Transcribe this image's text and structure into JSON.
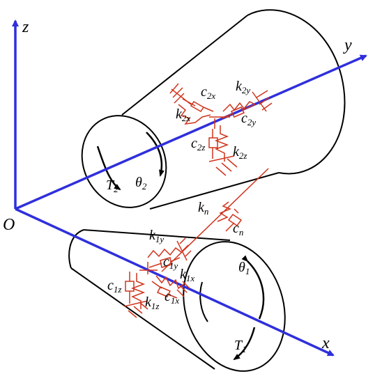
{
  "colors": {
    "axis": "#2f2fdc",
    "outline": "#000000",
    "spring": "#d0341c",
    "background": "#ffffff"
  },
  "axes": {
    "z": "z",
    "y": "y",
    "x": "x",
    "origin": "O"
  },
  "gear2": {
    "torque": {
      "main": "T",
      "sub": "2"
    },
    "rotation": {
      "main": "θ",
      "sub": "2"
    }
  },
  "gear1": {
    "torque": {
      "main": "T",
      "sub": "1"
    },
    "rotation": {
      "main": "θ",
      "sub": "1"
    }
  },
  "springs": {
    "k2x": {
      "main": "k",
      "sub": "2x"
    },
    "c2x": {
      "main": "c",
      "sub": "2x"
    },
    "k2y": {
      "main": "k",
      "sub": "2y"
    },
    "c2y": {
      "main": "c",
      "sub": "2y"
    },
    "c2z": {
      "main": "c",
      "sub": "2z"
    },
    "k2z": {
      "main": "k",
      "sub": "2z"
    },
    "kn": {
      "main": "k",
      "sub": "n"
    },
    "cn": {
      "main": "c",
      "sub": "n"
    },
    "k1y": {
      "main": "k",
      "sub": "1y"
    },
    "c1y": {
      "main": "c",
      "sub": "1y"
    },
    "k1x": {
      "main": "k",
      "sub": "1x"
    },
    "c1x": {
      "main": "c",
      "sub": "1x"
    },
    "c1z": {
      "main": "c",
      "sub": "1z"
    },
    "k1z": {
      "main": "k",
      "sub": "1z"
    }
  }
}
